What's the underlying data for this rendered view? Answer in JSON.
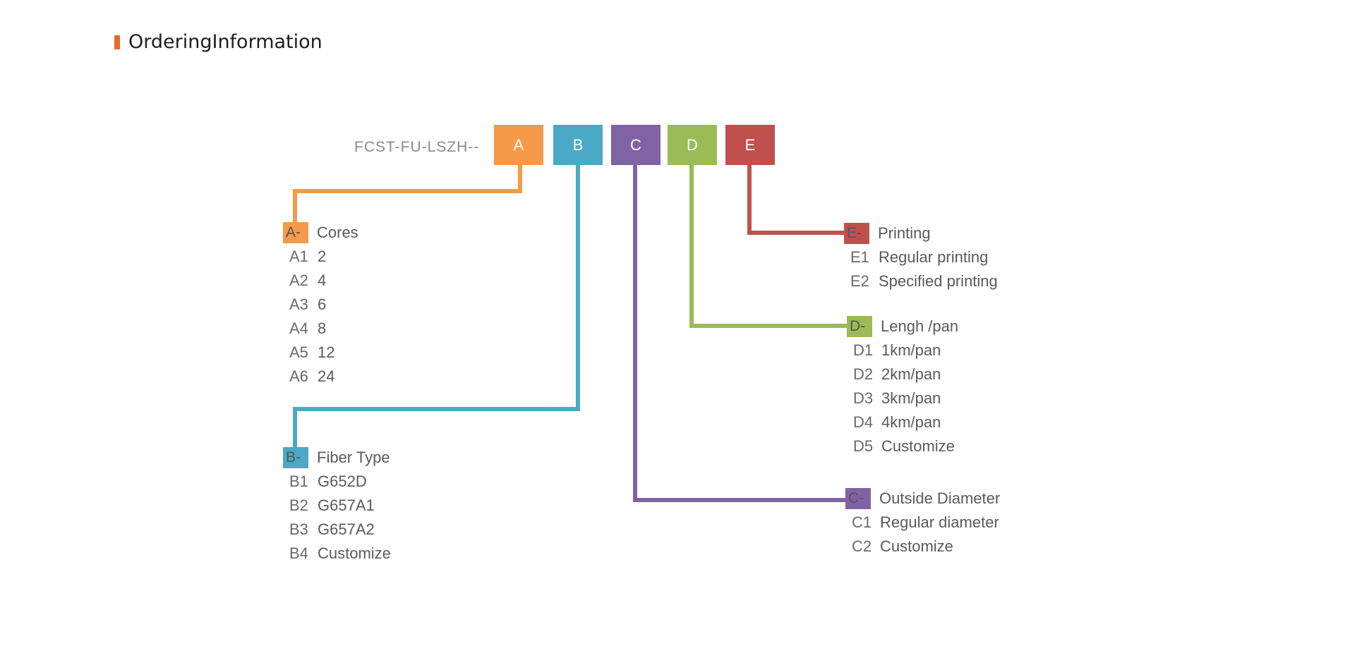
{
  "title": "OrderingInformation",
  "colors": {
    "accent": "#e8692c",
    "A": "#f59a48",
    "B": "#4aaac5",
    "C": "#8063a3",
    "D": "#9bbb57",
    "E": "#c0504d"
  },
  "code_prefix": "FCST-FU-LSZH--",
  "code_boxes": [
    "A",
    "B",
    "C",
    "D",
    "E"
  ],
  "groups": {
    "A": {
      "tag": "A-",
      "label": "Cores",
      "options": [
        {
          "code": "A1",
          "value": "2"
        },
        {
          "code": "A2",
          "value": "4"
        },
        {
          "code": "A3",
          "value": "6"
        },
        {
          "code": "A4",
          "value": "8"
        },
        {
          "code": "A5",
          "value": "12"
        },
        {
          "code": "A6",
          "value": "24"
        }
      ]
    },
    "B": {
      "tag": "B-",
      "label": "Fiber Type",
      "options": [
        {
          "code": "B1",
          "value": "G652D"
        },
        {
          "code": "B2",
          "value": "G657A1"
        },
        {
          "code": "B3",
          "value": "G657A2"
        },
        {
          "code": "B4",
          "value": "Customize"
        }
      ]
    },
    "C": {
      "tag": "C-",
      "label": "Outside Diameter",
      "options": [
        {
          "code": "C1",
          "value": "Regular diameter"
        },
        {
          "code": "C2",
          "value": "Customize"
        }
      ]
    },
    "D": {
      "tag": "D-",
      "label": "Lengh /pan",
      "options": [
        {
          "code": "D1",
          "value": "1km/pan"
        },
        {
          "code": "D2",
          "value": "2km/pan"
        },
        {
          "code": "D3",
          "value": "3km/pan"
        },
        {
          "code": "D4",
          "value": "4km/pan"
        },
        {
          "code": "D5",
          "value": "Customize"
        }
      ]
    },
    "E": {
      "tag": "E-",
      "label": "Printing",
      "options": [
        {
          "code": "E1",
          "value": "Regular printing"
        },
        {
          "code": "E2",
          "value": "Specified printing"
        }
      ]
    }
  }
}
